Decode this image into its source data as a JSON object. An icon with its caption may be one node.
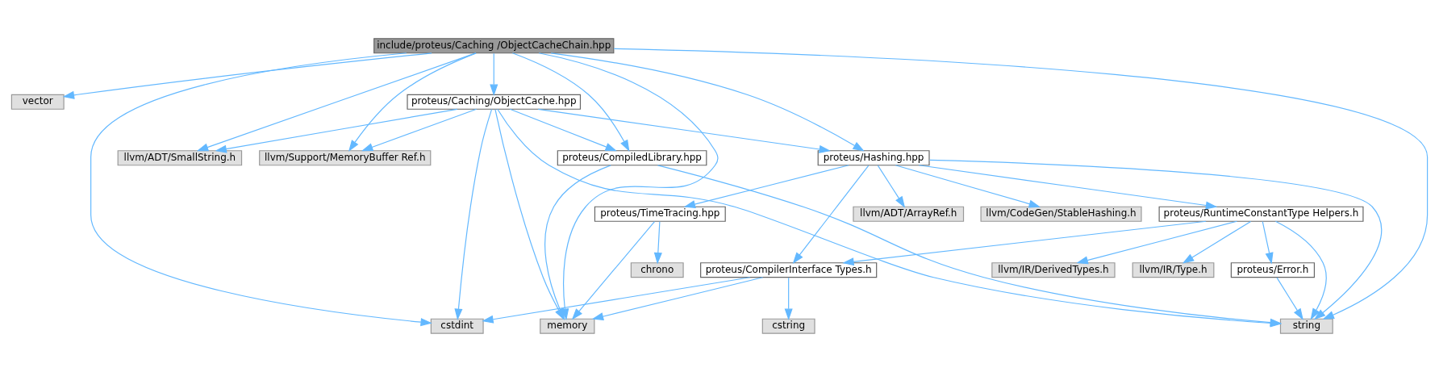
{
  "diagram": {
    "nodes": [
      {
        "text": [
          "include/proteus/Caching /ObjectCacheChain.hpp"
        ]
      },
      {
        "text": [
          "vector"
        ]
      },
      {
        "text": [
          "proteus/Caching/ObjectCache.hpp"
        ]
      },
      {
        "text": [
          "llvm/ADT/SmallString.h"
        ]
      },
      {
        "text": [
          "llvm/Support/MemoryBuffer Ref.h"
        ]
      },
      {
        "text": [
          "cstdint"
        ]
      },
      {
        "text": [
          "proteus/Hashing.hpp"
        ]
      },
      {
        "text": [
          "proteus/CompiledLibrary.hpp"
        ]
      },
      {
        "text": [
          "string"
        ]
      },
      {
        "text": [
          "memory"
        ]
      },
      {
        "text": [
          "proteus/RuntimeConstantType Helpers.h"
        ]
      },
      {
        "text": [
          "llvm/ADT/ArrayRef.h"
        ]
      },
      {
        "text": [
          "llvm/CodeGen/StableHashing.h"
        ]
      },
      {
        "text": [
          "proteus/TimeTracing.hpp"
        ]
      },
      {
        "text": [
          "proteus/CompilerInterface Types.h"
        ]
      },
      {
        "text": [
          "proteus/Error.h"
        ]
      },
      {
        "text": [
          "llvm/IR/Type.h"
        ]
      },
      {
        "text": [
          "llvm/IR/DerivedTypes.h"
        ]
      },
      {
        "text": [
          "chrono"
        ]
      },
      {
        "text": [
          "cstring"
        ]
      }
    ],
    "edges": [
      {
        "from": 0,
        "to": 5,
        "arrow": "to"
      },
      {
        "from": 0,
        "to": 3,
        "arrow": "to"
      },
      {
        "from": 0,
        "to": 4,
        "arrow": "to"
      },
      {
        "from": 0,
        "to": 1,
        "arrow": "to"
      },
      {
        "from": 0,
        "to": 2,
        "arrow": "to"
      },
      {
        "from": 0,
        "to": 6,
        "arrow": "to"
      },
      {
        "from": 0,
        "to": 7,
        "arrow": "to"
      },
      {
        "from": 0,
        "to": 8,
        "arrow": "to"
      },
      {
        "from": 0,
        "to": 9,
        "arrow": "to"
      },
      {
        "from": 2,
        "to": 3,
        "arrow": "to"
      },
      {
        "from": 2,
        "to": 4,
        "arrow": "to"
      },
      {
        "from": 2,
        "to": 5,
        "arrow": "to"
      },
      {
        "from": 2,
        "to": 8,
        "arrow": "to"
      },
      {
        "from": 2,
        "to": 6,
        "arrow": "to"
      },
      {
        "from": 2,
        "to": 9,
        "arrow": "to"
      },
      {
        "from": 2,
        "to": 7,
        "arrow": "to"
      },
      {
        "from": 6,
        "to": 14,
        "arrow": "to"
      },
      {
        "from": 6,
        "to": 10,
        "arrow": "to"
      },
      {
        "from": 6,
        "to": 8,
        "arrow": "to"
      },
      {
        "from": 6,
        "to": 11,
        "arrow": "to"
      },
      {
        "from": 6,
        "to": 12,
        "arrow": "to"
      },
      {
        "from": 6,
        "to": 13,
        "arrow": "to"
      },
      {
        "from": 7,
        "to": 8,
        "arrow": "to"
      },
      {
        "from": 7,
        "to": 9,
        "arrow": "to"
      },
      {
        "from": 10,
        "to": 14,
        "arrow": "to"
      },
      {
        "from": 10,
        "to": 8,
        "arrow": "to"
      },
      {
        "from": 10,
        "to": 15,
        "arrow": "to"
      },
      {
        "from": 10,
        "to": 16,
        "arrow": "to"
      },
      {
        "from": 10,
        "to": 17,
        "arrow": "to"
      },
      {
        "from": 13,
        "to": 18,
        "arrow": "to"
      },
      {
        "from": 13,
        "to": 9,
        "arrow": "to"
      },
      {
        "from": 14,
        "to": 5,
        "arrow": "to"
      },
      {
        "from": 14,
        "to": 19,
        "arrow": "to"
      },
      {
        "from": 14,
        "to": 9,
        "arrow": "to"
      },
      {
        "from": 15,
        "to": 8,
        "arrow": "to"
      }
    ]
  }
}
